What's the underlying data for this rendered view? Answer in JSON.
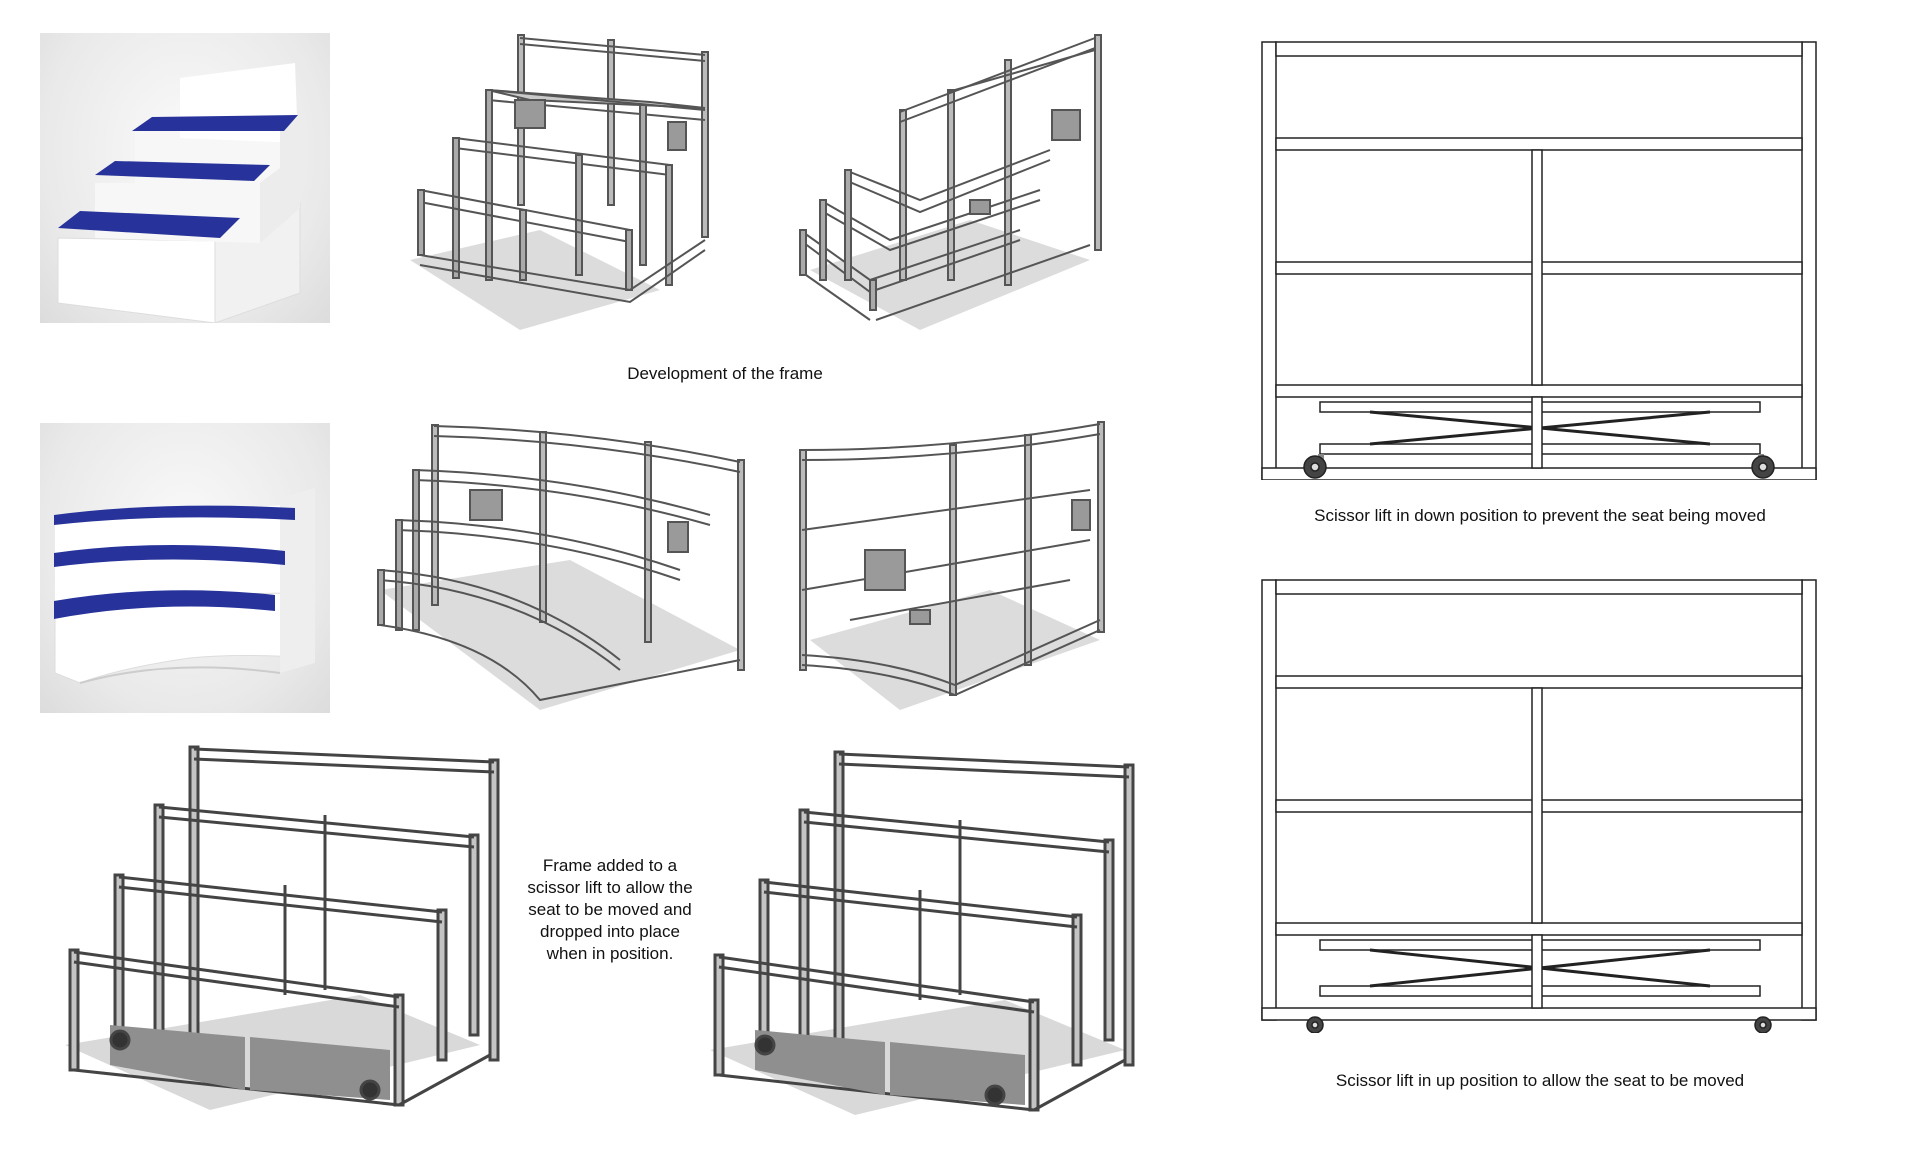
{
  "captions": {
    "development": "Development of the frame",
    "frame_added": "Frame added to a scissor lift to allow the seat to be moved and dropped into place when in position.",
    "down_position": "Scissor lift in down position to prevent the seat being moved",
    "up_position": "Scissor lift in up position to allow the seat to be moved"
  },
  "colors": {
    "seat_cushion": "#27339a",
    "frame_steel": "#b9b9b9",
    "frame_dark": "#7d7d7d",
    "line": "#333333"
  },
  "views": [
    {
      "name": "straight-bench-render"
    },
    {
      "name": "straight-frame-iso-front"
    },
    {
      "name": "straight-frame-iso-side"
    },
    {
      "name": "curved-bench-render"
    },
    {
      "name": "curved-frame-iso-front"
    },
    {
      "name": "curved-frame-iso-back"
    },
    {
      "name": "scissor-frame-iso-left"
    },
    {
      "name": "scissor-frame-iso-right"
    },
    {
      "name": "elevation-down"
    },
    {
      "name": "elevation-up"
    }
  ]
}
